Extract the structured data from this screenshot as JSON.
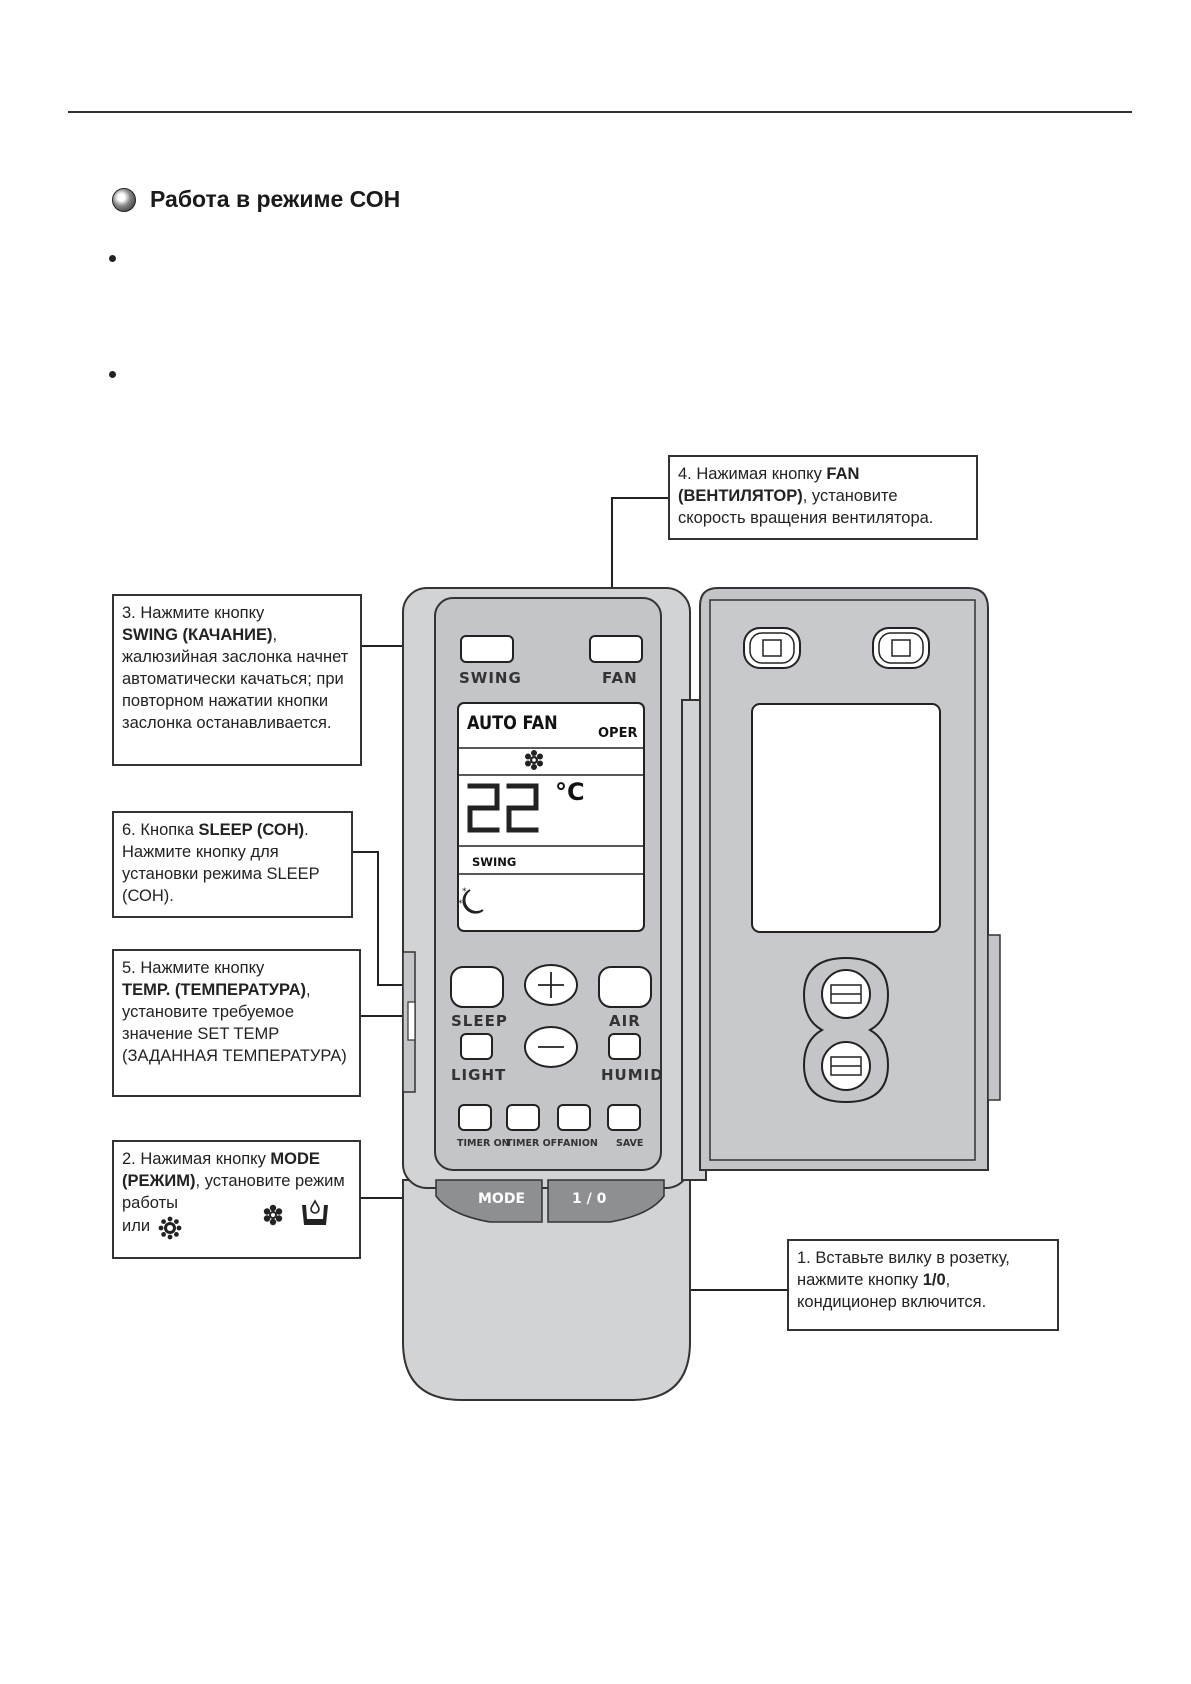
{
  "section": {
    "title": "Работа в режиме СОН"
  },
  "callouts": {
    "c4": {
      "num": "4.",
      "pre": " Нажимая кнопку ",
      "bold1": "FAN",
      "bold2": "(ВЕНТИЛЯТОР)",
      "post": ", установите скорость вращения вентилятора."
    },
    "c3": {
      "num": "3.",
      "pre": " Нажмите кнопку ",
      "bold1": "SWING (КАЧАНИЕ)",
      "post": ", жалюзийная заслонка начнет автоматически качаться; при повторном нажатии кнопки заслонка останавливается."
    },
    "c6": {
      "num": "6.",
      "pre": " Кнопка ",
      "bold1": "SLEEP (СОН)",
      "post": ". Нажмите кнопку для установки режима SLEEP (СОН)."
    },
    "c5": {
      "num": "5.",
      "pre": "  Нажмите кнопку ",
      "bold1": "TEMP. (ТЕМПЕРАТУРА)",
      "post": ", установите требуемое значение SET TEMP (ЗАДАННАЯ ТЕМПЕРАТУРА)"
    },
    "c2": {
      "num": "2.",
      "pre": " Нажимая кнопку ",
      "bold1": "MODE",
      "bold2": "(РЕЖИМ)",
      "post": ", установите режим работы",
      "or": "или"
    },
    "c1": {
      "num": "1.",
      "pre": "  Вставьте вилку в розетку, нажмите кнопку ",
      "bold1": "1/0",
      "post": ", кондиционер включится."
    }
  },
  "remote": {
    "buttons": {
      "swing": "SWING",
      "fan": "FAN",
      "sleep": "SLEEP",
      "air": "AIR",
      "light": "LIGHT",
      "humid": "HUMID",
      "timer_on": "TIMER ON",
      "timer_off": "TIMER OFF",
      "anion": "ANION",
      "save": "SAVE",
      "mode": "MODE",
      "power": "1 / 0"
    },
    "display": {
      "auto_fan": "AUTO FAN",
      "oper": "OPER",
      "temperature": "22",
      "unit": "°C",
      "swing": "SWING"
    }
  }
}
